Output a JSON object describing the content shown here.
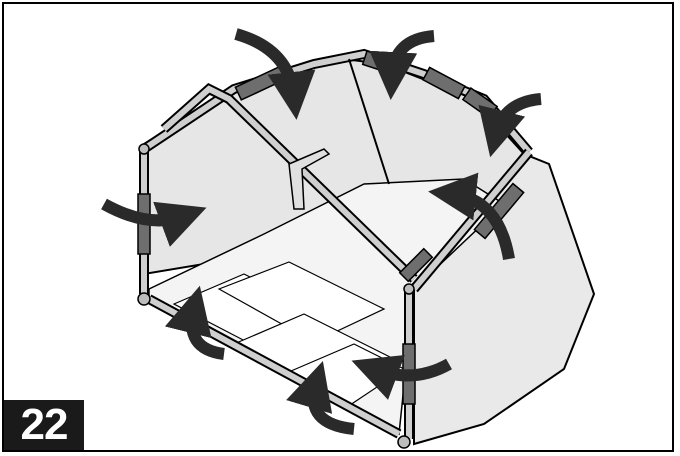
{
  "figure": {
    "step_number": "22",
    "colors": {
      "outline": "#000000",
      "fabric": "#e9e9e9",
      "frame_tube": "#cfcfcf",
      "padding_grip": "#6e6e6e",
      "arrow": "#2a2a2a",
      "badge_background": "#1a1a1a",
      "badge_text": "#ffffff"
    },
    "arrows": [
      {
        "name": "arrow-top-left"
      },
      {
        "name": "arrow-top-center"
      },
      {
        "name": "arrow-top-right"
      },
      {
        "name": "arrow-mid-left"
      },
      {
        "name": "arrow-mid-right"
      },
      {
        "name": "arrow-bottom-left"
      },
      {
        "name": "arrow-bottom-center"
      },
      {
        "name": "arrow-bottom-right"
      }
    ]
  }
}
